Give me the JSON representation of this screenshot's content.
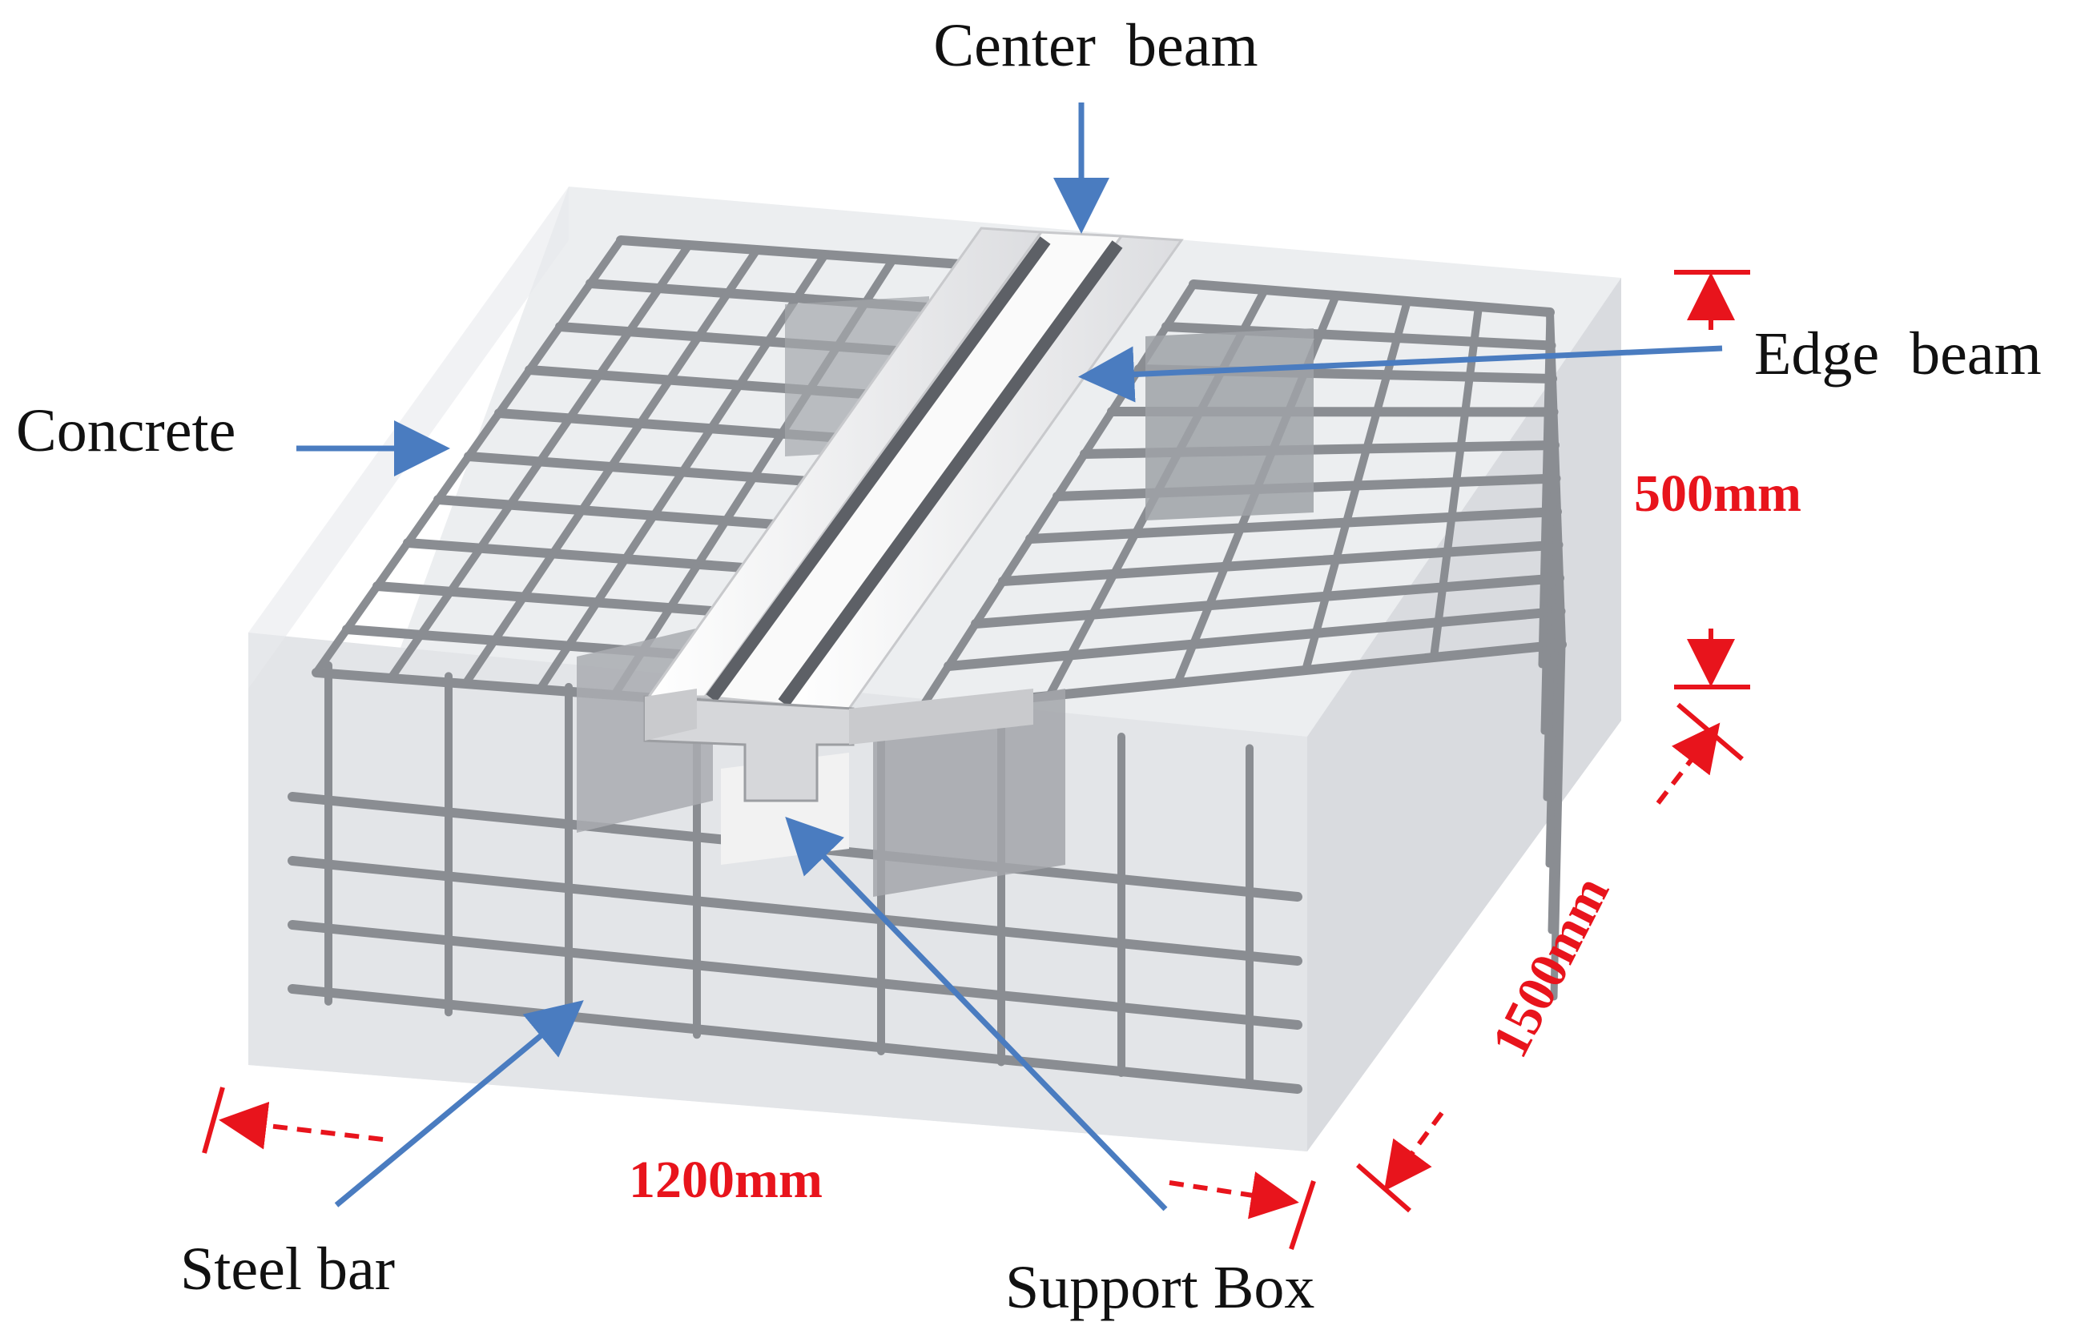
{
  "labels": {
    "center_beam": "Center  beam",
    "edge_beam": "Edge  beam",
    "concrete": "Concrete",
    "steel_bar": "Steel bar",
    "support_box": "Support Box"
  },
  "dimensions": {
    "height": "500mm",
    "width": "1200mm",
    "length": "1500mm"
  },
  "colors": {
    "leader_arrow": "#4a7cc0",
    "dimension": "#e8141c",
    "concrete_block": "#e6e8eb",
    "steel_bar": "#8a8d92",
    "beam": "#f4f4f4",
    "beam_groove": "#5d6066",
    "support_box": "#a8abaf"
  },
  "icons": {
    "leader": "blue-leader-arrow",
    "dimension_arrow": "red-dashed-dimension-arrow"
  }
}
